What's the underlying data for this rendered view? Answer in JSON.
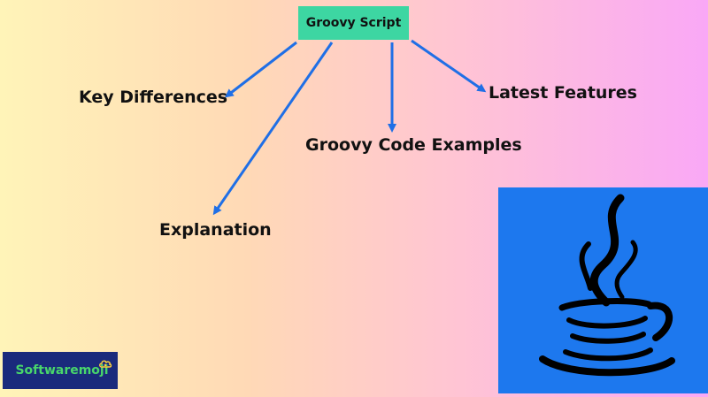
{
  "root": {
    "label": "Groovy Script"
  },
  "topics": {
    "key_differences": "Key Differences",
    "latest_features": "Latest Features",
    "code_examples": "Groovy Code Examples",
    "explanation": "Explanation"
  },
  "brand": {
    "logo_text": "Softwaremoji"
  },
  "colors": {
    "root_node": "#3dd6a2",
    "arrow": "#1f6fe6",
    "java_panel": "#1d78ee",
    "logo_bg": "#1a2a7c",
    "logo_text": "#48d66b"
  },
  "icons": {
    "java_logo": "java-coffee-cup-icon",
    "brand_cloud": "cloud-icon"
  }
}
